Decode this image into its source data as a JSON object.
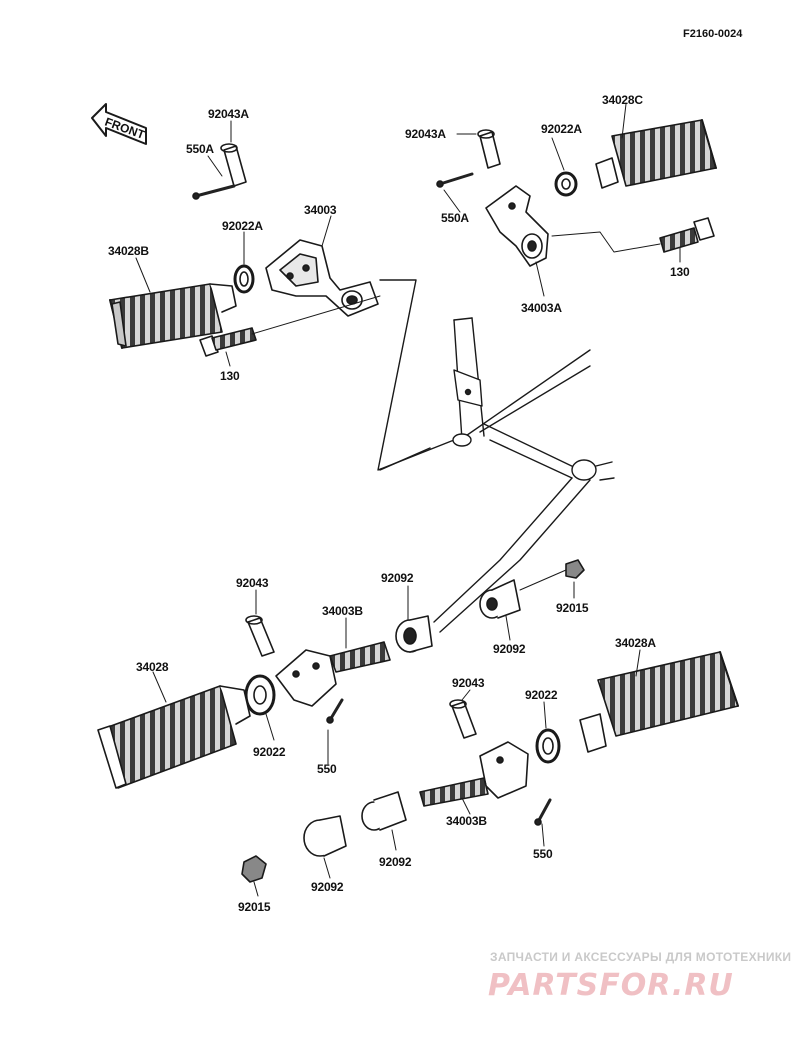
{
  "diagram_code": "F2160-0024",
  "front_label": "FRONT",
  "parts": {
    "p92043A_left": "92043A",
    "p550A_left": "550A",
    "p34003": "34003",
    "p34028B": "34028B",
    "p92022A_left": "92022A",
    "p130_left": "130",
    "p92043A_right": "92043A",
    "p550A_right": "550A",
    "p92022A_right": "92022A",
    "p34028C": "34028C",
    "p34003A": "34003A",
    "p130_right": "130",
    "p92043_left": "92043",
    "p34003B_left": "34003B",
    "p92092_top": "92092",
    "p92092_mid": "92092",
    "p92015_top": "92015",
    "p34028": "34028",
    "p92022_left": "92022",
    "p550_left": "550",
    "p34028A": "34028A",
    "p92043_right": "92043",
    "p92022_right": "92022",
    "p34003B_right": "34003B",
    "p550_right": "550",
    "p92092_low": "92092",
    "p92092_bottom": "92092",
    "p92015_bottom": "92015"
  },
  "watermark": {
    "tagline": "ЗАПЧАСТИ И АКСЕССУАРЫ ДЛЯ МОТОТЕХНИКИ",
    "logo": "PARTSFOR.RU"
  }
}
